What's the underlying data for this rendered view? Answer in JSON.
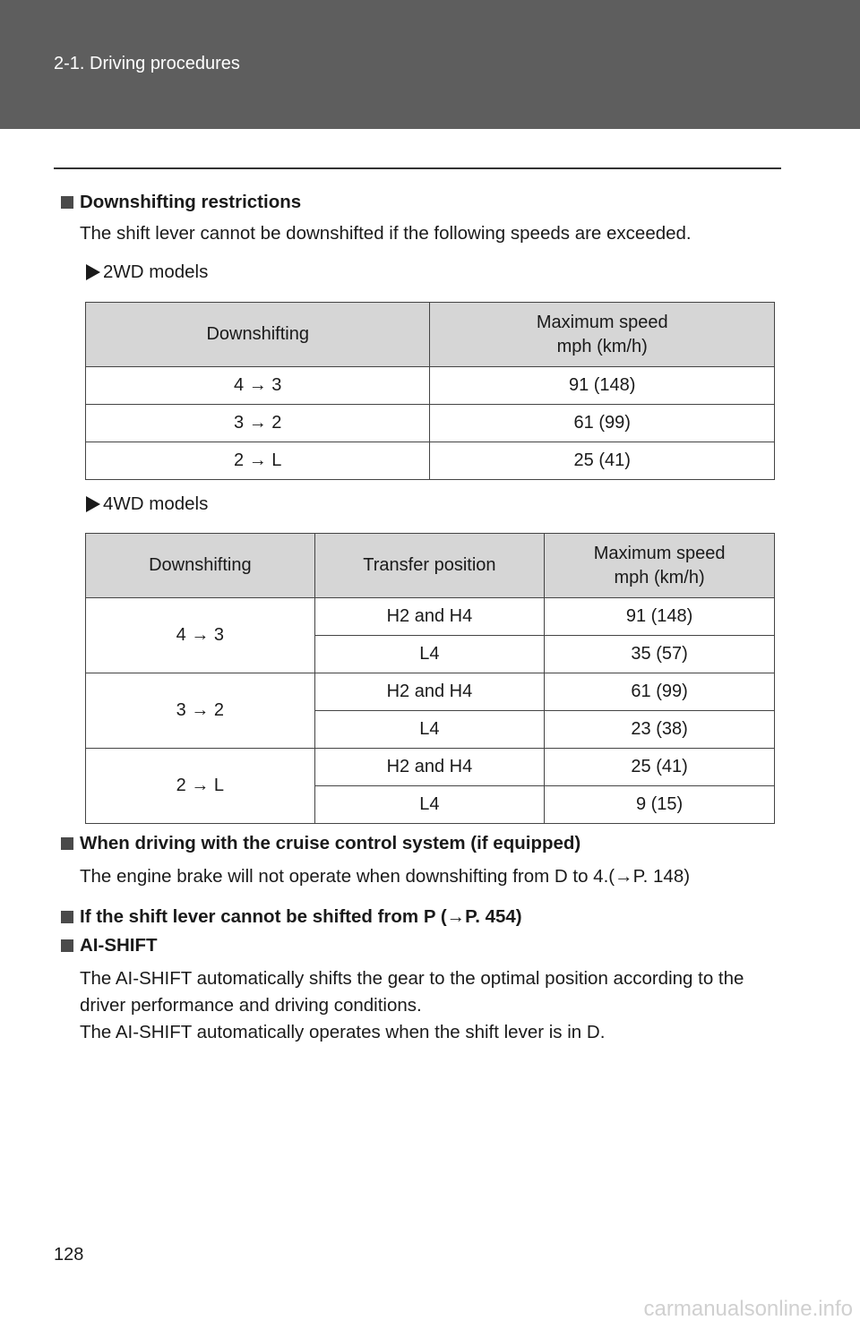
{
  "header": {
    "section": "2-1. Driving procedures"
  },
  "page_number": "128",
  "watermark": "carmanualsonline.info",
  "sec1": {
    "heading": "Downshifting restrictions",
    "text": "The shift lever cannot be downshifted if the following speeds are exceeded."
  },
  "t2wd": {
    "label": "2WD models",
    "headers": [
      "Downshifting",
      "Maximum speed mph (km/h)"
    ],
    "rows": [
      {
        "shift": "4 → 3",
        "speed": "91 (148)"
      },
      {
        "shift": "3 → 2",
        "speed": "61 (99)"
      },
      {
        "shift": "2 → L",
        "speed": "25 (41)"
      }
    ]
  },
  "t4wd": {
    "label": "4WD models",
    "headers": [
      "Downshifting",
      "Transfer position",
      "Maximum speed mph (km/h)"
    ],
    "groups": [
      {
        "shift": "4 → 3",
        "rows": [
          {
            "position": "H2 and H4",
            "speed": "91 (148)"
          },
          {
            "position": "L4",
            "speed": "35 (57)"
          }
        ]
      },
      {
        "shift": "3 → 2",
        "rows": [
          {
            "position": "H2 and H4",
            "speed": "61 (99)"
          },
          {
            "position": "L4",
            "speed": "23 (38)"
          }
        ]
      },
      {
        "shift": "2 → L",
        "rows": [
          {
            "position": "H2 and H4",
            "speed": "25 (41)"
          },
          {
            "position": "L4",
            "speed": "9 (15)"
          }
        ]
      }
    ]
  },
  "sec2": {
    "heading": "When driving with the cruise control system (if equipped)",
    "text": "The engine brake will not operate when downshifting from D to 4.(→P. 148)"
  },
  "sec3": {
    "heading": "If the shift lever cannot be shifted from P (→P. 454)"
  },
  "sec4": {
    "heading": "AI-SHIFT",
    "text1": "The AI-SHIFT automatically shifts the gear to the optimal position according to the driver performance and driving conditions.",
    "text2": "The AI-SHIFT automatically operates when the shift lever is in D."
  }
}
